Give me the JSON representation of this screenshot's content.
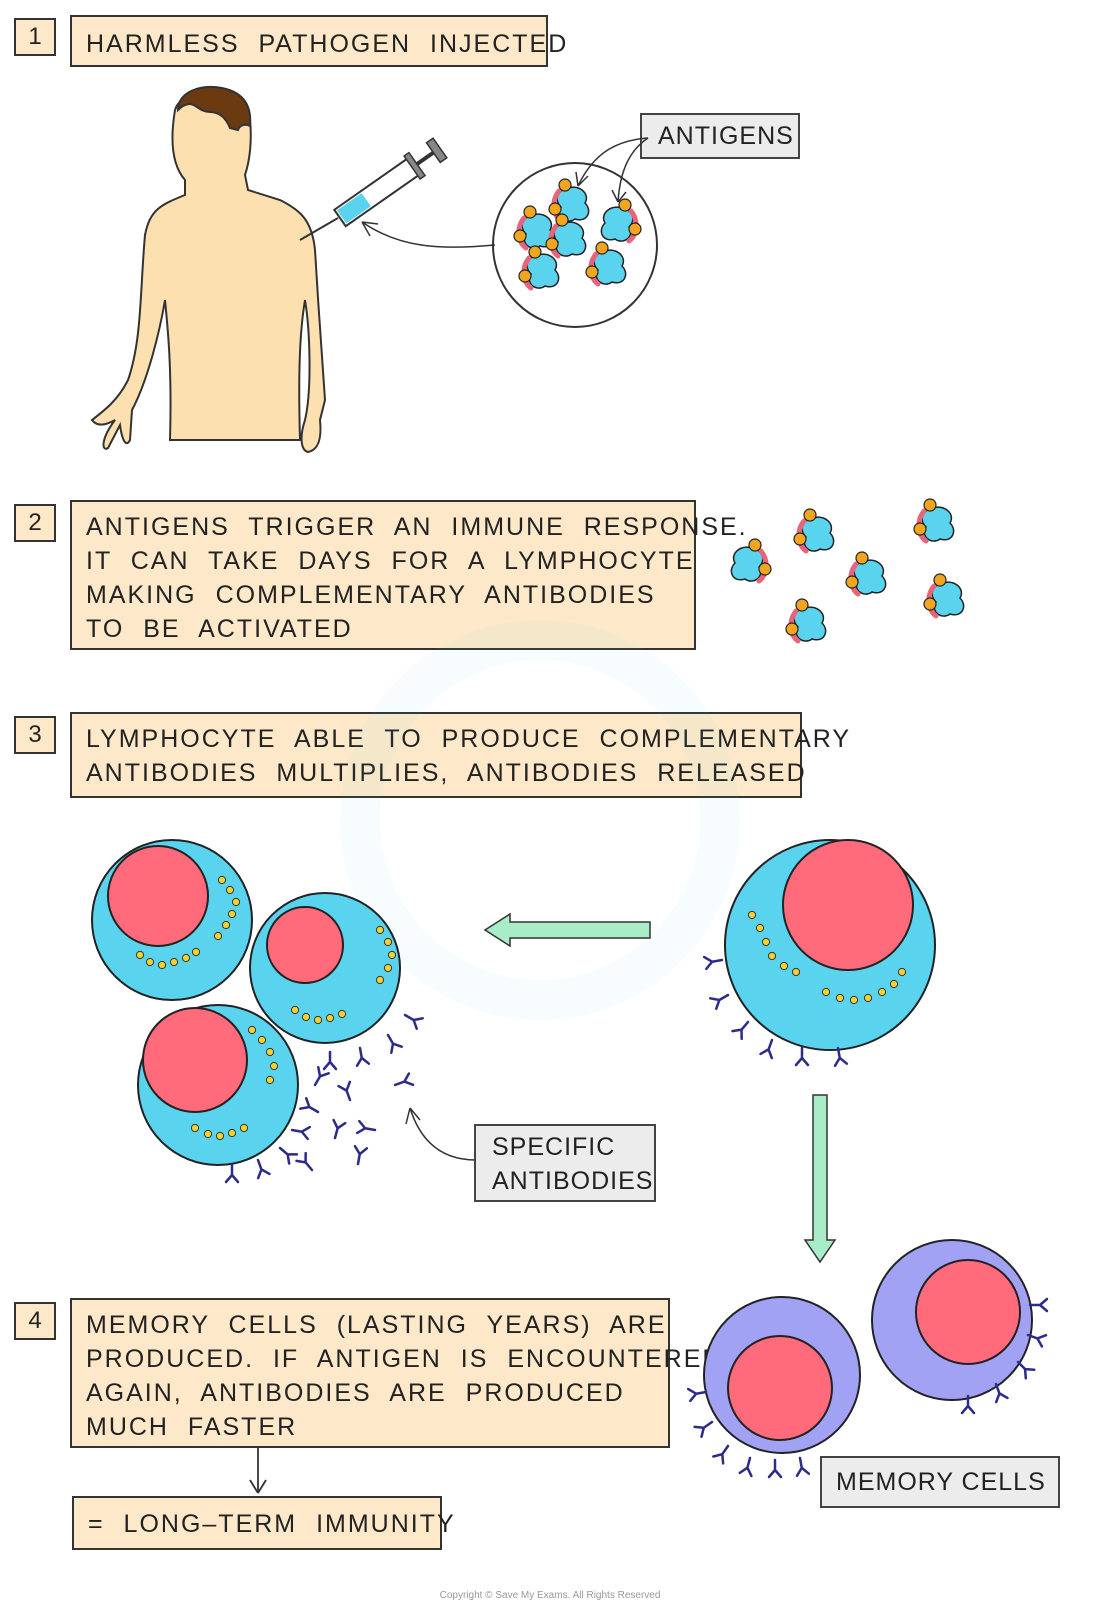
{
  "steps": [
    {
      "num": "1",
      "lines": [
        "HARMLESS  PATHOGEN  INJECTED"
      ]
    },
    {
      "num": "2",
      "lines": [
        "ANTIGENS  TRIGGER  AN  IMMUNE  RESPONSE.",
        "IT  CAN  TAKE  DAYS  FOR  A  LYMPHOCYTE",
        "MAKING  COMPLEMENTARY  ANTIBODIES",
        "TO  BE  ACTIVATED"
      ]
    },
    {
      "num": "3",
      "lines": [
        "LYMPHOCYTE  ABLE  TO  PRODUCE  COMPLEMENTARY",
        "ANTIBODIES  MULTIPLIES,  ANTIBODIES  RELEASED"
      ]
    },
    {
      "num": "4",
      "lines": [
        "MEMORY  CELLS  (LASTING  YEARS)  ARE",
        "PRODUCED.  IF  ANTIGEN  IS  ENCOUNTERED",
        "AGAIN,  ANTIBODIES  ARE  PRODUCED",
        "MUCH  FASTER"
      ]
    }
  ],
  "labels": {
    "antigens": "ANTIGENS",
    "specific_antibodies": [
      "SPECIFIC",
      "ANTIBODIES"
    ],
    "memory_cells": "MEMORY  CELLS",
    "result": "= LONG–TERM  IMMUNITY"
  },
  "copyright": "Copyright © Save My Exams. All Rights Reserved",
  "colors": {
    "box_fill": "#fde9c9",
    "tag_fill": "#ececec",
    "skin": "#fde0b0",
    "hair": "#6b3a10",
    "cell_cytoplasm": "#5ad3ef",
    "nucleus": "#ff6b7a",
    "memory_cell": "#a2a2f5",
    "antibody": "#2b2b8a",
    "arrow": "#a8ecc8",
    "pathogen": "#5ad3ef",
    "pathogen_rim": "#e8647a",
    "antigen": "#f2a51f",
    "vesicle": "#f5d22e"
  }
}
